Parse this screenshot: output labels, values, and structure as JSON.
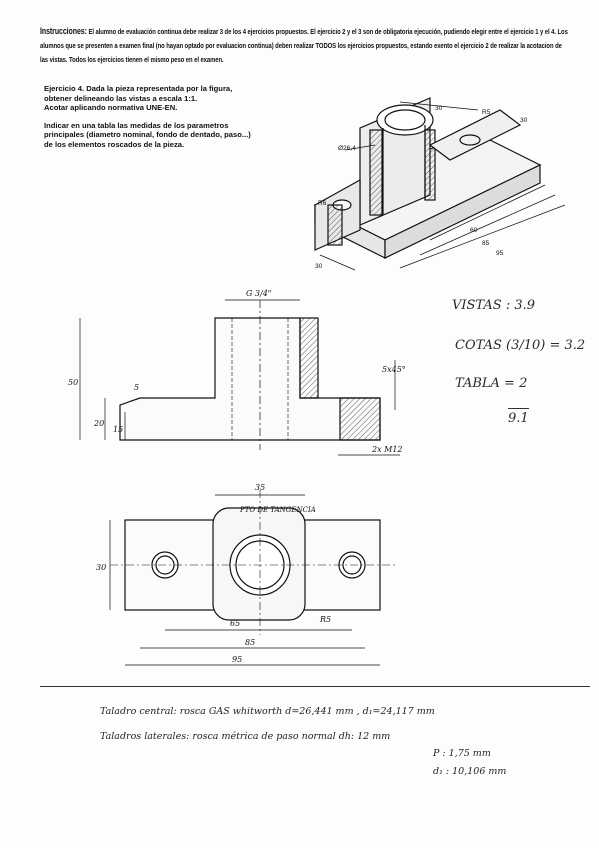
{
  "instructions": {
    "lead": "Instrucciones:",
    "text": "El alumno de evaluación continua debe realizar 3 de los 4 ejercicios propuestos. El ejercicio 2 y el 3 son de obligatoria ejecución, pudiendo elegir entre el ejercicio 1 y el 4. Los alumnos que se presenten a examen final (no hayan optado por evaluacion continua) deben realizar TODOS los ejercicios propuestos, estando exento el ejercicio 2 de realizar la acotacion de las vistas. Todos los ejercicios tienen el mismo peso en el examen."
  },
  "exercise": {
    "line1": "Ejercicio 4.  Dada la pieza representada por la figura,",
    "line2": "obtener delineando las vistas a escala 1:1.",
    "line3": "Acotar aplicando normativa UNE-EN.",
    "line4": "Indicar en una tabla las medidas de los parametros",
    "line5": "principales (diametro nominal, fondo de dentado, paso...)",
    "line6": "de los elementos roscados de la pieza."
  },
  "iso_dims": {
    "d1": "Ø26,4",
    "d2": "R6",
    "d3": "30",
    "d4": "R5",
    "d5": "30",
    "d6": "60",
    "d7": "85",
    "d8": "95",
    "d9": "30"
  },
  "front_view": {
    "thread_top": "G 3/4\"",
    "h50": "50",
    "h20": "20",
    "h15": "15",
    "d5": "5",
    "chamfer": "5x45°",
    "thread_side": "2x M12"
  },
  "top_view": {
    "d35": "35",
    "hole_note": "PTO DE TANGENCIA",
    "h30": "30",
    "d65": "65",
    "d85": "85",
    "d95": "95",
    "r5": "R5"
  },
  "grades": {
    "vistas": "VISTAS : 3.9",
    "cotas": "COTAS (3/10) = 3.2",
    "tabla": "TABLA = 2",
    "total": "9.1"
  },
  "notes": {
    "central_label": "Taladro central:",
    "central_text": "rosca GAS whitworth  d=26,441 mm ,  d₁=24,117 mm",
    "lateral_label": "Taladros laterales:",
    "lateral_text": "rosca métrica de paso normal  dh: 12 mm",
    "pitch": "P : 1,75 mm",
    "d1": "d₁ : 10,106 mm"
  }
}
